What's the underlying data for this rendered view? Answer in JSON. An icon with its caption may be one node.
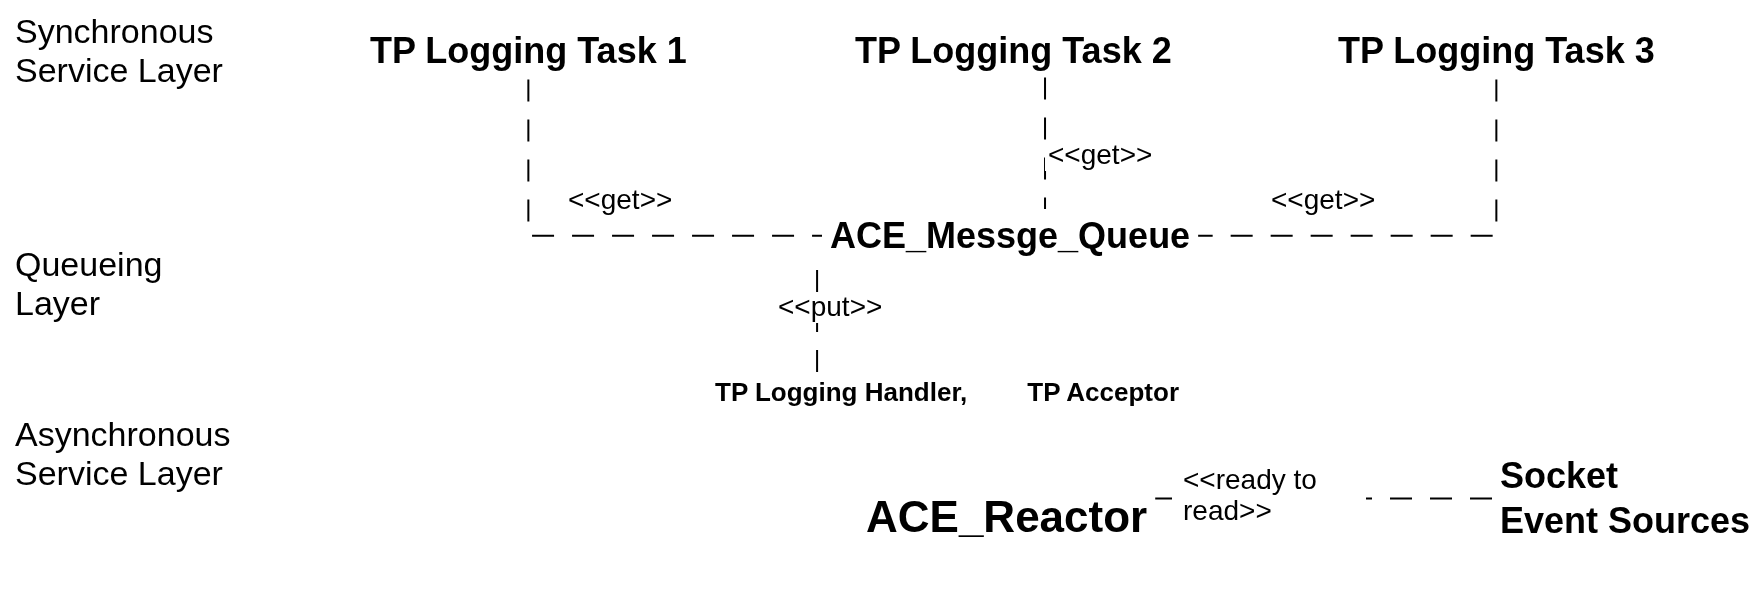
{
  "diagram": {
    "nodes": [
      {
        "text": [
          "TP Logging Task 1"
        ]
      },
      {
        "text": [
          "TP Logging Task 2"
        ]
      },
      {
        "text": [
          "TP Logging Task 3"
        ]
      },
      {
        "text": [
          "ACE_Messge_Queue"
        ]
      },
      {
        "text": [
          "TP Logging Handler,",
          "TP Acceptor"
        ]
      },
      {
        "text": [
          "ACE_Reactor"
        ]
      },
      {
        "text": [
          "Socket",
          "Event Sources"
        ]
      }
    ],
    "edges": [
      {
        "from": 0,
        "to": 3,
        "arrow": "none",
        "label": "<<get>>",
        "style": "dashed"
      },
      {
        "from": 1,
        "to": 3,
        "arrow": "none",
        "label": "<<get>>",
        "style": "dashed"
      },
      {
        "from": 2,
        "to": 3,
        "arrow": "none",
        "label": "<<get>>",
        "style": "dashed"
      },
      {
        "from": 4,
        "to": 3,
        "arrow": "none",
        "label": "<<put>>",
        "style": "dashed"
      },
      {
        "from": 6,
        "to": 5,
        "arrow": "none",
        "label": "<<ready to read>>",
        "style": "dashed"
      }
    ],
    "labels": [
      "Synchronous Service Layer",
      "Queueing Layer",
      "Asynchronous Service Layer"
    ]
  }
}
